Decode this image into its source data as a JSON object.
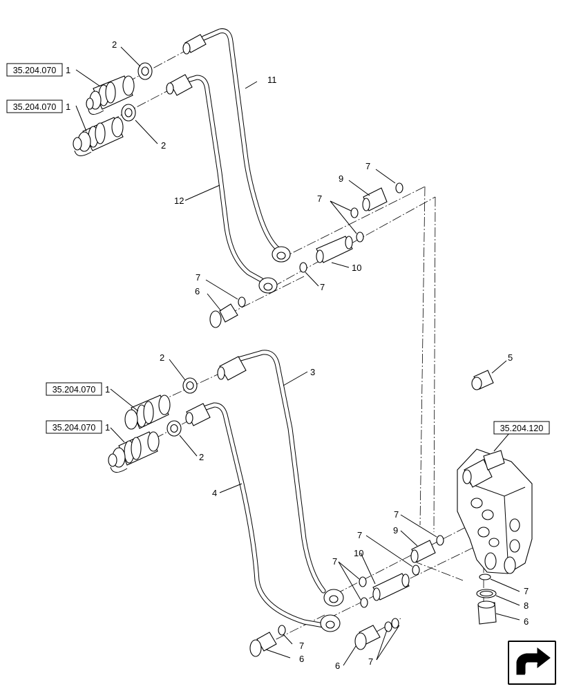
{
  "diagram": {
    "items": {
      "coupler": "1",
      "nut": "2",
      "tube_lower_a": "3",
      "tube_lower_b": "4",
      "fitting": "5",
      "banjo_bolt": "6",
      "seal_ring": "7",
      "o_ring": "8",
      "adapter": "9",
      "connector": "10",
      "tube_upper_a": "11",
      "tube_upper_b": "12"
    },
    "references": {
      "coupler_ref": "35.204.070",
      "valve_ref": "35.204.120"
    },
    "nav_icon": "forward-arrow-icon"
  }
}
